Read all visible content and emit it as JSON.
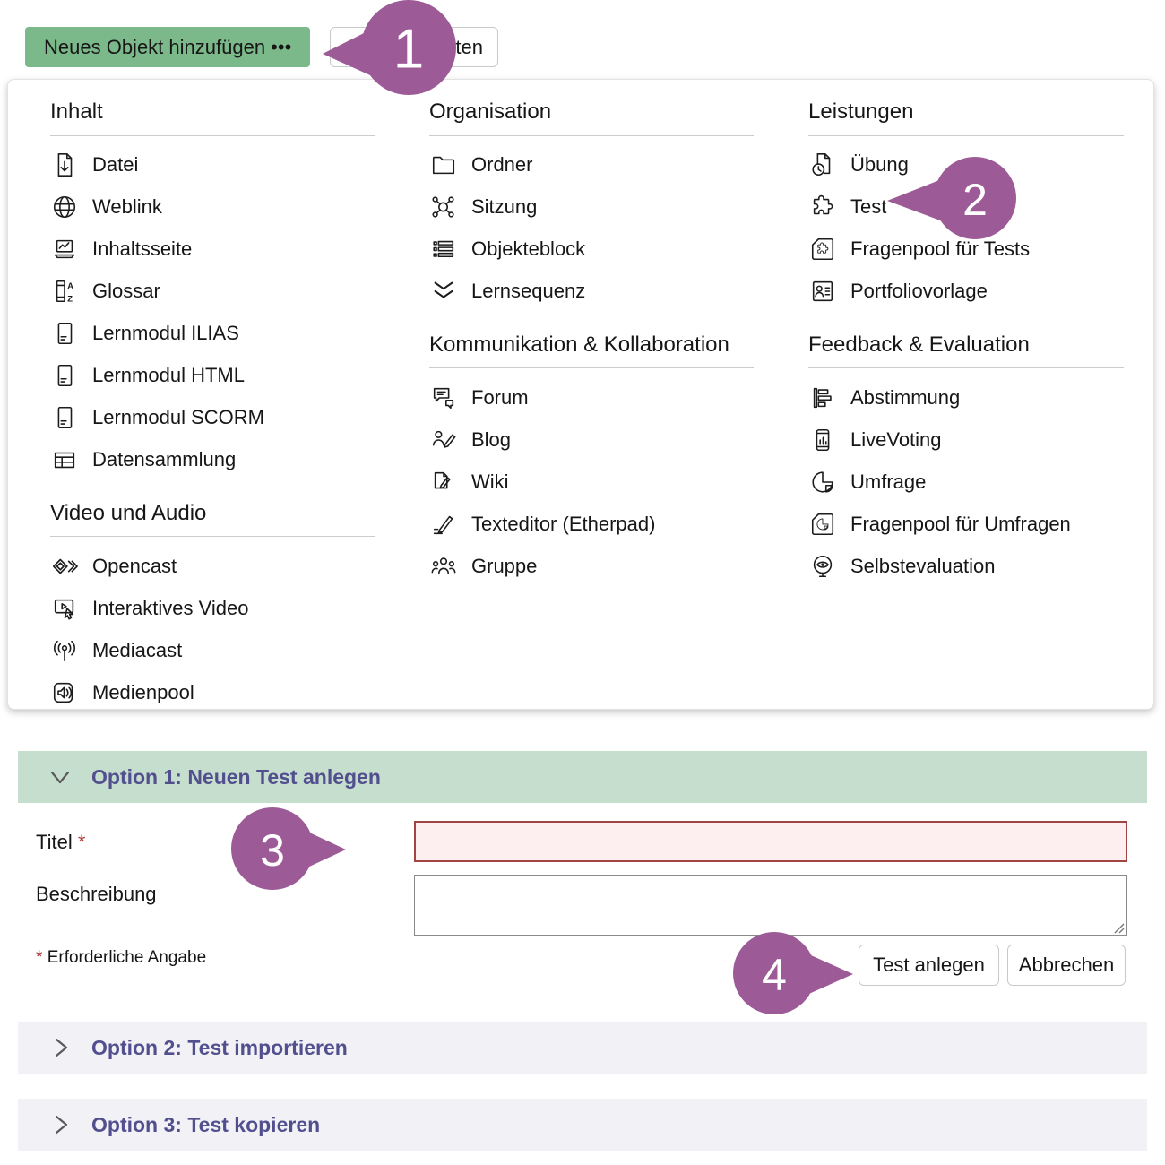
{
  "toolbar": {
    "add_object_button": "Neues Objekt hinzufügen •••",
    "partial_button_visible_text": "alten"
  },
  "menu": {
    "columns": [
      {
        "sections": [
          {
            "title": "Inhalt",
            "items": [
              {
                "icon": "datei-icon",
                "label": "Datei"
              },
              {
                "icon": "weblink-icon",
                "label": "Weblink"
              },
              {
                "icon": "inhaltsseite-icon",
                "label": "Inhaltsseite"
              },
              {
                "icon": "glossar-icon",
                "label": "Glossar"
              },
              {
                "icon": "lernmodul-icon",
                "label": "Lernmodul ILIAS"
              },
              {
                "icon": "lernmodul-icon",
                "label": "Lernmodul HTML"
              },
              {
                "icon": "lernmodul-icon",
                "label": "Lernmodul SCORM"
              },
              {
                "icon": "datensammlung-icon",
                "label": "Datensammlung"
              }
            ]
          },
          {
            "title": "Video und Audio",
            "items": [
              {
                "icon": "opencast-icon",
                "label": "Opencast"
              },
              {
                "icon": "interaktives-video-icon",
                "label": "Interaktives Video"
              },
              {
                "icon": "mediacast-icon",
                "label": "Mediacast"
              },
              {
                "icon": "medienpool-icon",
                "label": "Medienpool"
              }
            ]
          }
        ]
      },
      {
        "sections": [
          {
            "title": "Organisation",
            "items": [
              {
                "icon": "ordner-icon",
                "label": "Ordner"
              },
              {
                "icon": "sitzung-icon",
                "label": "Sitzung"
              },
              {
                "icon": "objekteblock-icon",
                "label": "Objekteblock"
              },
              {
                "icon": "lernsequenz-icon",
                "label": "Lernsequenz"
              }
            ]
          },
          {
            "title": "Kommunikation & Kollabo­ration",
            "items": [
              {
                "icon": "forum-icon",
                "label": "Forum"
              },
              {
                "icon": "blog-icon",
                "label": "Blog"
              },
              {
                "icon": "wiki-icon",
                "label": "Wiki"
              },
              {
                "icon": "texteditor-icon",
                "label": "Texteditor (Etherpad)"
              },
              {
                "icon": "gruppe-icon",
                "label": "Gruppe"
              }
            ]
          }
        ]
      },
      {
        "sections": [
          {
            "title": "Leistungen",
            "items": [
              {
                "icon": "uebung-icon",
                "label": "Übung"
              },
              {
                "icon": "test-icon",
                "label": "Test"
              },
              {
                "icon": "fragenpool-tests-icon",
                "label": "Fragenpool für Tests"
              },
              {
                "icon": "portfoliovorlage-icon",
                "label": "Portfoliovorlage"
              }
            ]
          },
          {
            "title": "Feedback & Evaluation",
            "items": [
              {
                "icon": "abstimmung-icon",
                "label": "Abstimmung"
              },
              {
                "icon": "livevoting-icon",
                "label": "LiveVoting"
              },
              {
                "icon": "umfrage-icon",
                "label": "Umfrage"
              },
              {
                "icon": "fragenpool-umfragen-icon",
                "label": "Fragenpool für Umfragen"
              },
              {
                "icon": "selbstevaluation-icon",
                "label": "Selbstevaluation"
              }
            ]
          }
        ]
      }
    ]
  },
  "callouts": [
    "1",
    "2",
    "3",
    "4"
  ],
  "form": {
    "option1_title": "Option 1: Neuen Test anlegen",
    "titel_label": "Titel",
    "required_marker": "*",
    "titel_value": "",
    "beschreibung_label": "Beschreibung",
    "beschreibung_value": "",
    "required_note": "Erforderliche Angabe",
    "submit_label": "Test anlegen",
    "cancel_label": "Abbrechen"
  },
  "accordions": [
    {
      "title": "Option 2: Test importieren"
    },
    {
      "title": "Option 3: Test kopieren"
    }
  ],
  "colors": {
    "button_green": "#7cb98a",
    "option_header_bg": "#c6decd",
    "option_title_purple": "#524f8e",
    "callout_purple": "#9c5b97",
    "required_red": "#b03c3c",
    "error_border": "#a04543",
    "error_bg": "#fdeef0",
    "accordion_bg": "#f2f1f6"
  }
}
